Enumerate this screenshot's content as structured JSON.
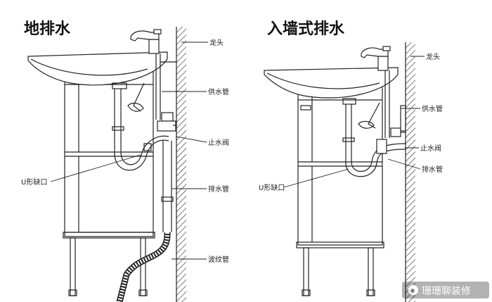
{
  "left_diagram": {
    "title": "地排水",
    "labels": {
      "faucet": "龙头",
      "supply_pipe": "供水管",
      "stop_valve": "止水阀",
      "u_bend": "U形缺口",
      "drain_pipe": "排水管",
      "corrugated_hose": "波纹管"
    }
  },
  "right_diagram": {
    "title": "入墙式排水",
    "labels": {
      "faucet": "龙头",
      "supply_pipe": "供水管",
      "stop_valve": "止水阀",
      "u_bend": "U形缺口",
      "drain_pipe": "排水管"
    }
  },
  "watermark": {
    "text": "珊珊聊装修",
    "icon": "weibo-logo-icon"
  },
  "colors": {
    "line": "#222222",
    "background": "#ffffff"
  }
}
